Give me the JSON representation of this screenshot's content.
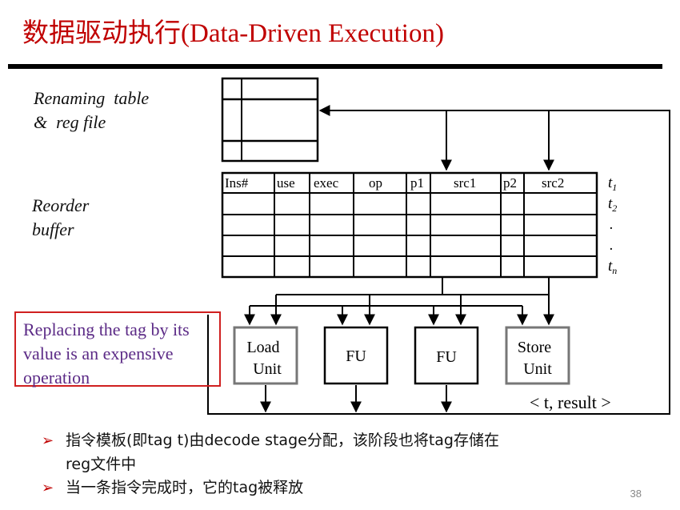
{
  "slide": {
    "title": "数据驱动执行(Data-Driven Execution)",
    "page_number": "38"
  },
  "labels": {
    "renaming": "Renaming  table\n&  reg file",
    "reorder": "Reorder\nbuffer"
  },
  "rob": {
    "headers": [
      "Ins#",
      "use",
      "exec",
      "op",
      "p1",
      "src1",
      "p2",
      "src2"
    ],
    "row_tags": [
      "t",
      "t",
      ".",
      ".",
      "t"
    ],
    "row_tag_subs": [
      "1",
      "2",
      "",
      "",
      "n"
    ]
  },
  "units": {
    "load": [
      "Load",
      "Unit"
    ],
    "fu1": "FU",
    "fu2": "FU",
    "store": [
      "Store",
      "Unit"
    ]
  },
  "result_label": "< t, result >",
  "callout": "Replacing the tag by its value is an expensive operation",
  "bullets": [
    {
      "text": "指令模板(即tag t)由decode stage分配，该阶段也将tag存储在",
      "cont": "reg文件中"
    },
    {
      "text": "当一条指令完成时，它的tag被释放",
      "cont": ""
    }
  ]
}
